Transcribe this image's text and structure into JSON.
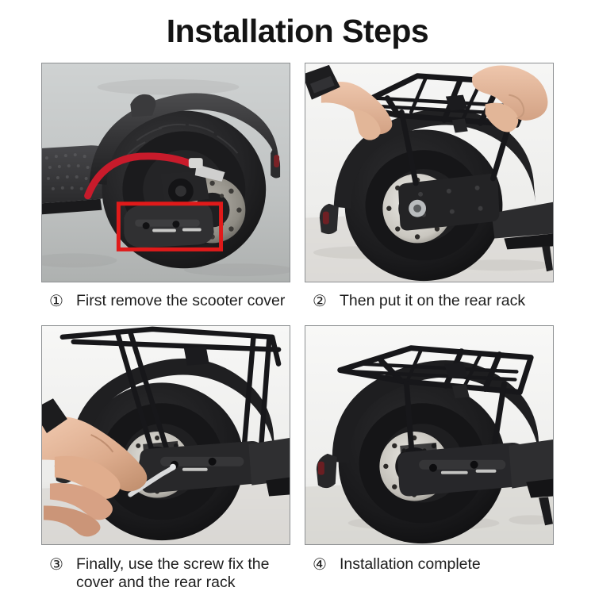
{
  "page": {
    "title": "Installation Steps",
    "background_color": "#ffffff",
    "text_color": "#1d1d1d",
    "highlight_color": "#e01a1a",
    "frame_border_color": "#8d9092"
  },
  "steps": [
    {
      "number": "①",
      "caption": "First remove the scooter cover",
      "photo": {
        "alt": "Rear wheel of an electric scooter on gray concrete with a red rectangle highlighting the oval cover plate on the fork arm",
        "scene": "scooter-rear-wheel-cover-highlight",
        "background_color": "#c3c6c6",
        "has_highlight_box": true,
        "highlight_label": "cover plate to remove",
        "cable_color": "#c81b2b"
      }
    },
    {
      "number": "②",
      "caption": "Then put it on the rear rack",
      "photo": {
        "alt": "Two hands holding a black tubular rear rack above the scooter rear wheel, aligning the mounting bracket",
        "scene": "hands-positioning-rear-rack",
        "background_color": "#efefed",
        "has_highlight_box": false,
        "hands_count": 2
      }
    },
    {
      "number": "③",
      "caption": "Finally, use the screw fix the\ncover and the rear rack",
      "photo": {
        "alt": "A hand using an L-shaped allen key to tighten the screw that fixes the cover and rear rack together",
        "scene": "hand-with-allen-key-tightening-screw",
        "background_color": "#efefed",
        "has_highlight_box": false,
        "tool": "allen-key"
      }
    },
    {
      "number": "④",
      "caption": "Installation complete",
      "photo": {
        "alt": "Completed installation: the black rear rack mounted on the scooter rear wheel, no hands in frame",
        "scene": "completed-rack-installation",
        "background_color": "#efefed",
        "has_highlight_box": false
      }
    }
  ]
}
